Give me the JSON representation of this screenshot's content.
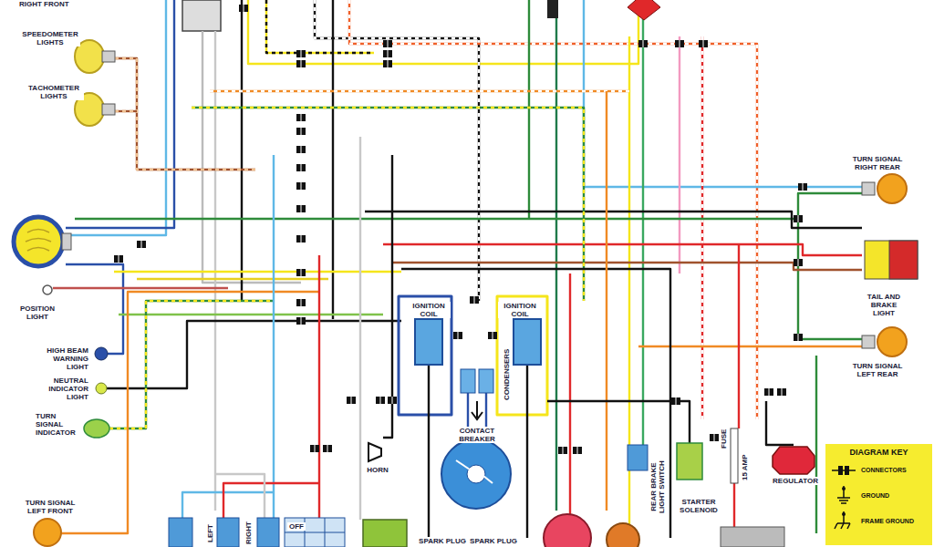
{
  "diagram": {
    "nodes": [
      {
        "text": [
          "DIAGRAM KEY"
        ]
      }
    ],
    "labels": [
      "RIGHT FRONT",
      "SPEEDOMETER LIGHTS",
      "TACHOMETER LIGHTS",
      "POSITION LIGHT",
      "IGNITION COIL",
      "IGNITION COIL",
      "TURN SIGNAL RIGHT REAR",
      "TAIL AND BRAKE LIGHT",
      "HIGH BEAM WARNING LIGHT",
      "NEUTRAL INDICATOR LIGHT",
      "TURN SIGNAL LEFT REAR",
      "CONDENSERS",
      "TURN SIGNAL INDICATOR",
      "CONTACT BREAKER",
      "HORN",
      "FUSE",
      "15 AMP",
      "REAR BRAKE LIGHT SWITCH",
      "STARTER SOLENOID",
      "REGULATOR",
      "TURN SIGNAL LEFT FRONT",
      "LEFT",
      "RIGHT",
      "OFF",
      "SPARK PLUG",
      "SPARK PLUG"
    ],
    "legend": [
      {
        "text": "CONNECTORS"
      },
      {
        "text": "GROUND"
      },
      {
        "text": "FRAME GROUND"
      }
    ]
  }
}
